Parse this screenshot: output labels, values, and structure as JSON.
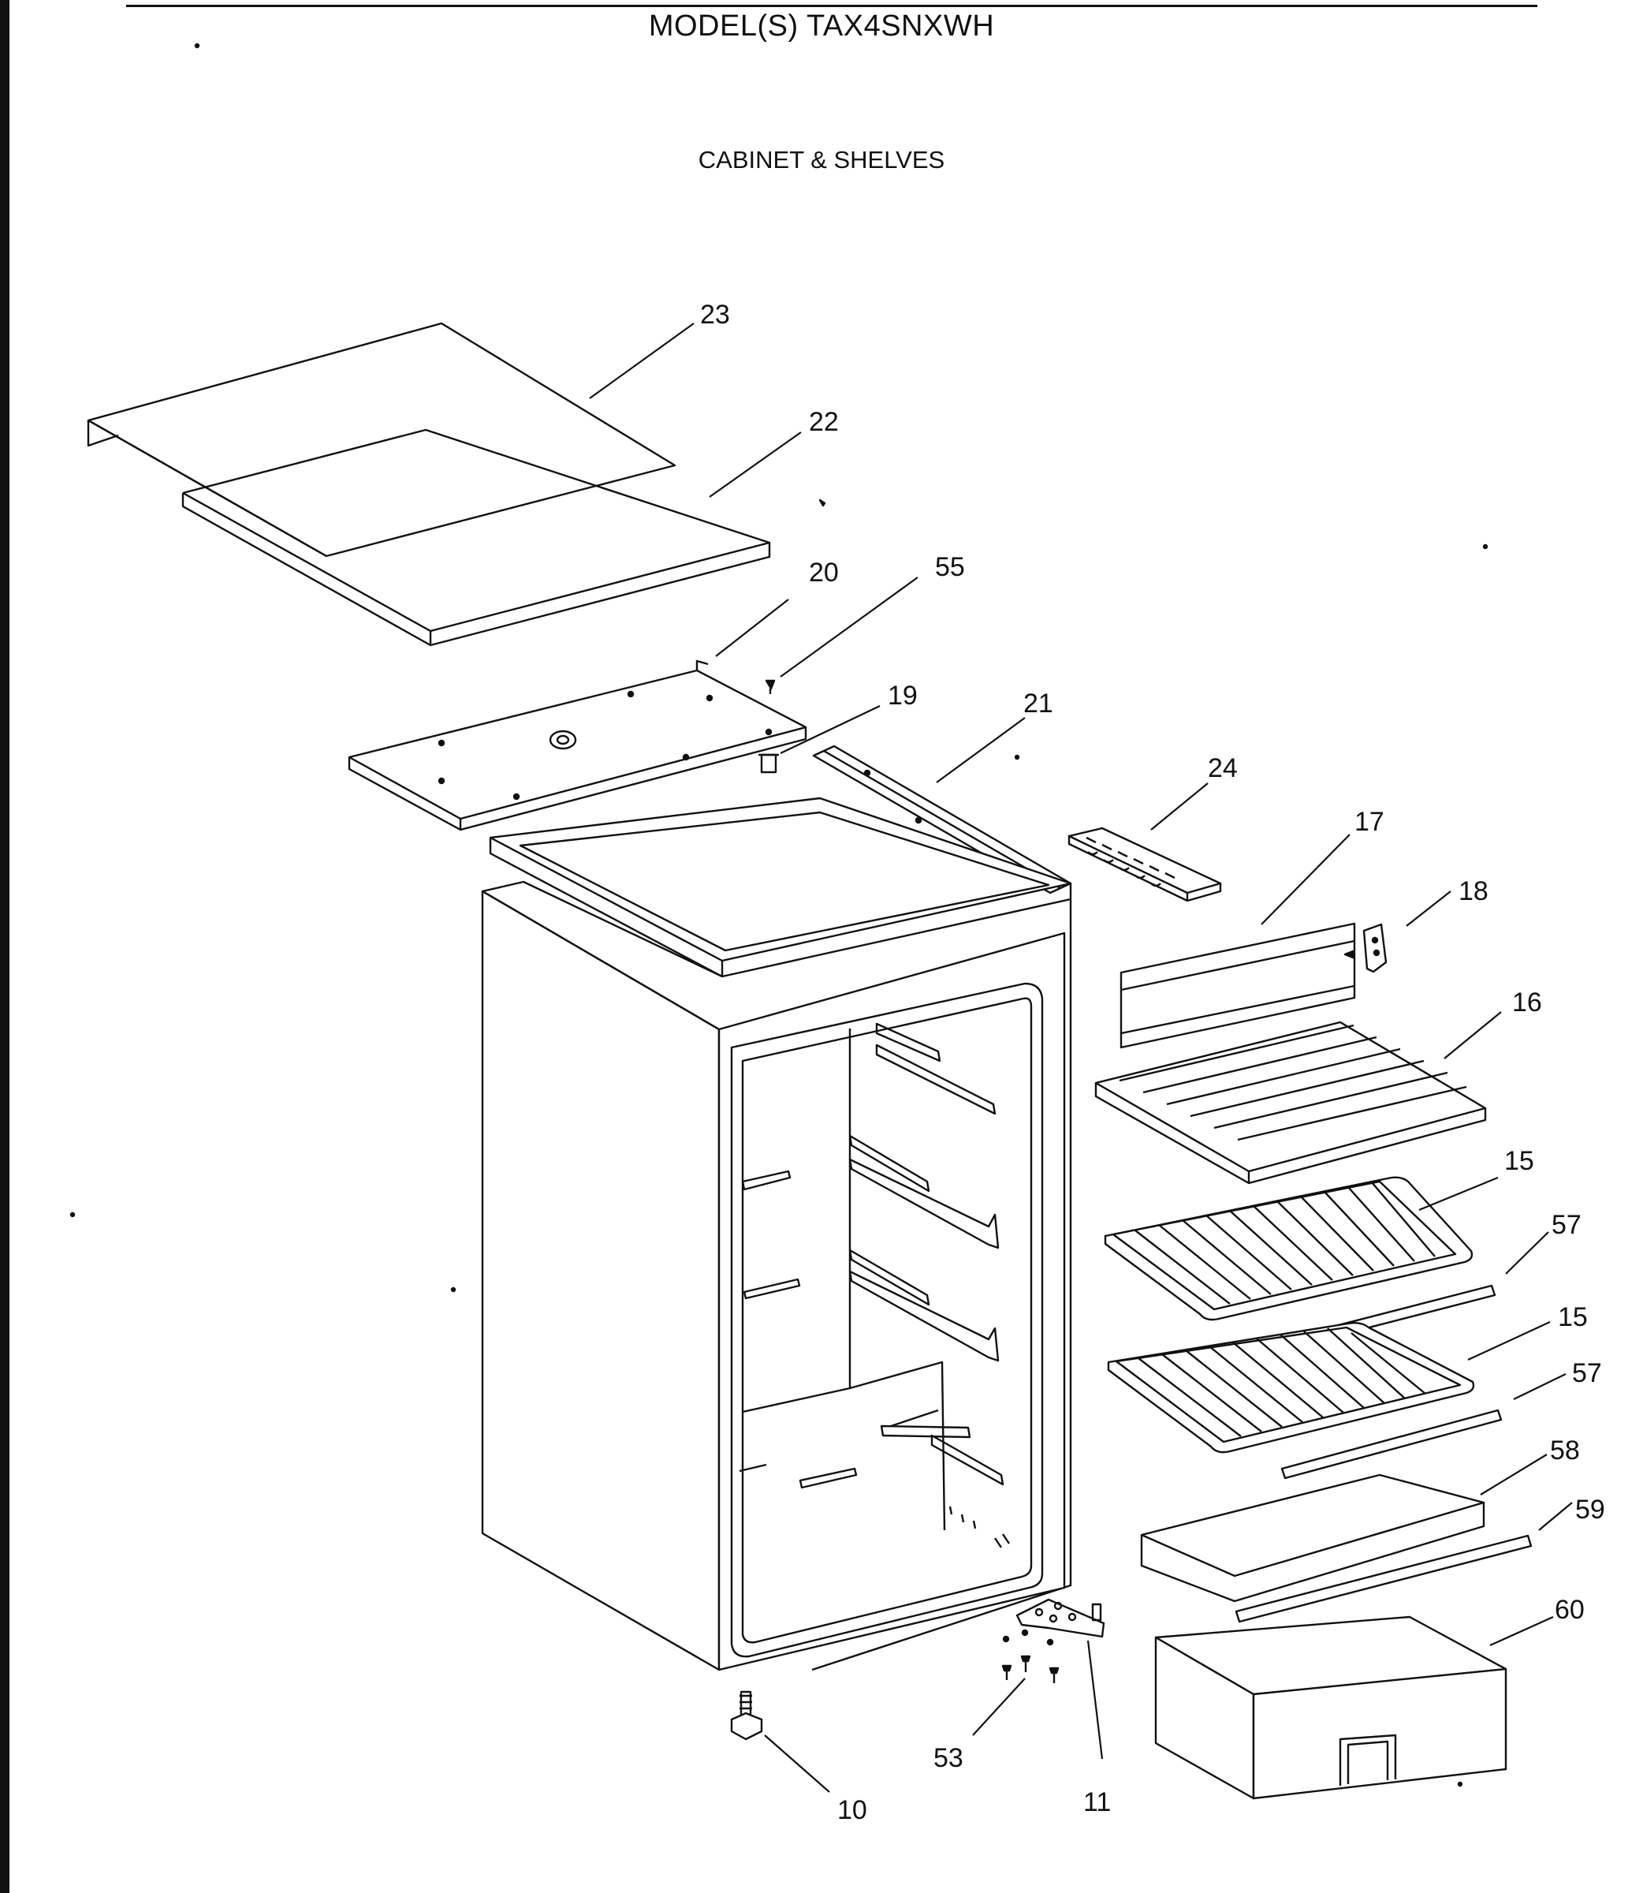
{
  "header": {
    "model_line": "MODEL(S) TAX4SNXWH",
    "section_title": "CABINET & SHELVES"
  },
  "diagram": {
    "callouts": [
      "23",
      "22",
      "20",
      "55",
      "19",
      "21",
      "24",
      "17",
      "18",
      "16",
      "15",
      "57",
      "15",
      "57",
      "58",
      "59",
      "60",
      "10",
      "53",
      "11"
    ]
  }
}
